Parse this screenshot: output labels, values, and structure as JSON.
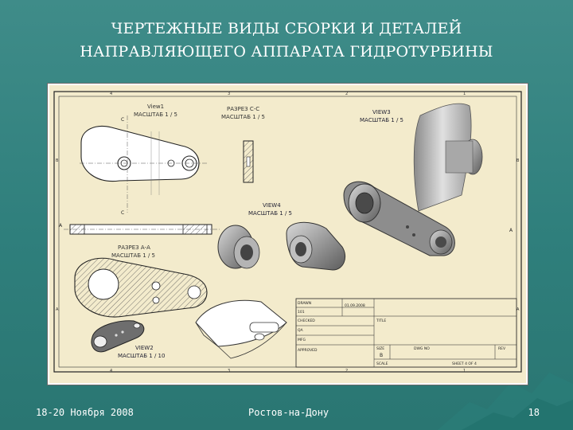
{
  "title": {
    "line1": "ЧЕРТЕЖНЫЕ ВИДЫ СБОРКИ И ДЕТАЛЕЙ",
    "line2": "НАПРАВЛЯЮЩЕГО АППАРАТА ГИДРОТУРБИНЫ"
  },
  "drawing": {
    "view1_title": "View1",
    "view1_scale": "МАСШТАБ 1 / 5",
    "section_cc_title": "РАЗРЕЗ  C-C",
    "section_cc_scale": "МАСШТАБ 1 / 5",
    "view3_title": "VIEW3",
    "view3_scale": "МАСШТАБ 1 / 5",
    "view4_title": "VIEW4",
    "view4_scale": "МАСШТАБ 1 / 5",
    "section_aa_title": "РАЗРЕЗ  А-А",
    "section_aa_scale": "МАСШТАБ 1 / 5",
    "view2_title": "VIEW2",
    "view2_scale": "МАСШТАБ 1 / 10",
    "label_c": "C",
    "label_a": "A",
    "zone_top": [
      "4",
      "3",
      "2",
      "1"
    ],
    "zone_side": [
      "B",
      "A"
    ],
    "tb_drawn": "DRAWN",
    "tb_drawn_val": "101",
    "tb_date": "01.09.2008",
    "tb_checked": "CHECKED",
    "tb_qa": "QA",
    "tb_mfg": "MFG",
    "tb_approved": "APPROVED",
    "tb_title": "TITLE",
    "tb_size": "SIZE",
    "tb_size_val": "B",
    "tb_dwg": "DWG NO",
    "tb_rev": "REV",
    "tb_scale": "SCALE",
    "tb_sheet": "SHEET 4  OF 4"
  },
  "footer": {
    "date": "18-20 Ноября 2008",
    "place": "Ростов-на-Дону",
    "page": "18"
  }
}
